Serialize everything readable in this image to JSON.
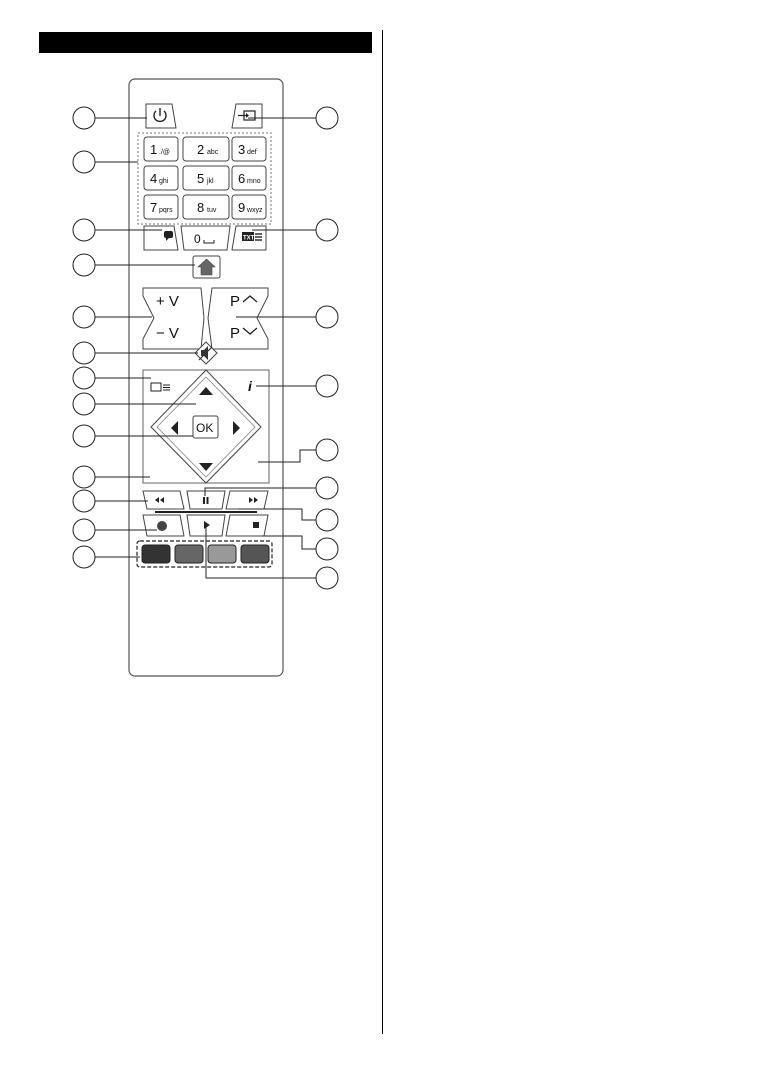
{
  "remote": {
    "power_icon": "power-icon",
    "source_icon": "source-input-icon",
    "numeric_keys": [
      {
        "digit": "1",
        "sub": "./@"
      },
      {
        "digit": "2",
        "sub": "abc"
      },
      {
        "digit": "3",
        "sub": "def"
      },
      {
        "digit": "4",
        "sub": "ghi"
      },
      {
        "digit": "5",
        "sub": "jkl"
      },
      {
        "digit": "6",
        "sub": "mno"
      },
      {
        "digit": "7",
        "sub": "pqrs"
      },
      {
        "digit": "8",
        "sub": "tuv"
      },
      {
        "digit": "9",
        "sub": "wxyz"
      }
    ],
    "zero_key": {
      "digit": "0",
      "sub": "␣"
    },
    "subtitle_icon": "subtitle-icon",
    "teletext_label": "TXT",
    "home_icon": "home-icon",
    "volume": {
      "up": "+ V",
      "down": "− V"
    },
    "program": {
      "up": "P",
      "down": "P"
    },
    "mute_icon": "mute-icon",
    "menu_icon": "menu-icon",
    "info_label": "i",
    "ok_label": "OK",
    "rewind_icon": "rewind-icon",
    "pause_icon": "pause-icon",
    "fast_forward_icon": "fast-forward-icon",
    "record_icon": "record-icon",
    "play_icon": "play-icon",
    "stop_icon": "stop-icon",
    "color_keys": [
      "#333333",
      "#666666",
      "#999999",
      "#555555"
    ]
  }
}
